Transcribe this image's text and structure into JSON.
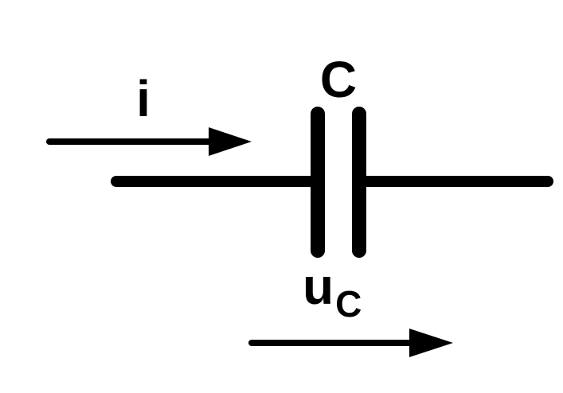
{
  "diagram": {
    "title": "",
    "component": {
      "type": "capacitor",
      "label": "C"
    },
    "current": {
      "label": "i",
      "direction": "left-to-right"
    },
    "voltage": {
      "label_main": "u",
      "label_subscript": "C",
      "direction": "left-to-right"
    },
    "colors": {
      "stroke": "#000000",
      "background": "#ffffff"
    }
  }
}
